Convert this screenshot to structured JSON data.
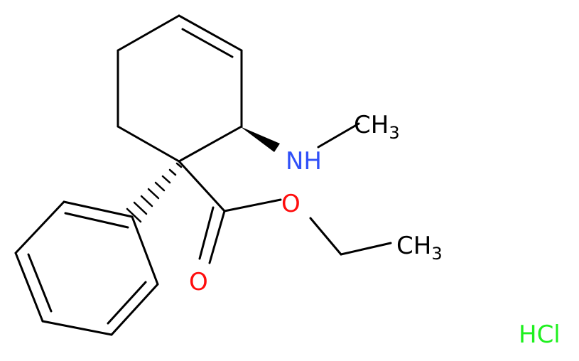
{
  "molecule": {
    "colors": {
      "bond": "#000000",
      "carbon": "#000000",
      "nitrogen": "#3050F8",
      "oxygen": "#FF0D0D",
      "chlorine": "#1FF01F"
    },
    "labels": {
      "nh": "NH",
      "n_methyl_c": "CH",
      "n_methyl_sub": "3",
      "ester_o": "O",
      "carbonyl_o": "O",
      "ethyl_c": "CH",
      "ethyl_sub": "3",
      "salt": "HCl"
    }
  }
}
